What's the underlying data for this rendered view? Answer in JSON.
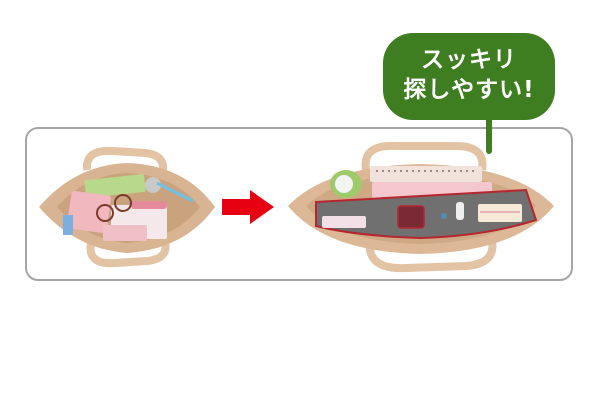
{
  "callout": {
    "line1": "スッキリ",
    "line2": "探しやすい!",
    "color": "#3f7d21"
  },
  "arrow": {
    "icon": "right-arrow-icon",
    "color": "#e60012"
  },
  "images": {
    "before": "messy-tote-bag-image",
    "after": "organized-tote-bag-with-inner-bag-image"
  },
  "frame": {
    "border_color": "#a6a6a6"
  }
}
